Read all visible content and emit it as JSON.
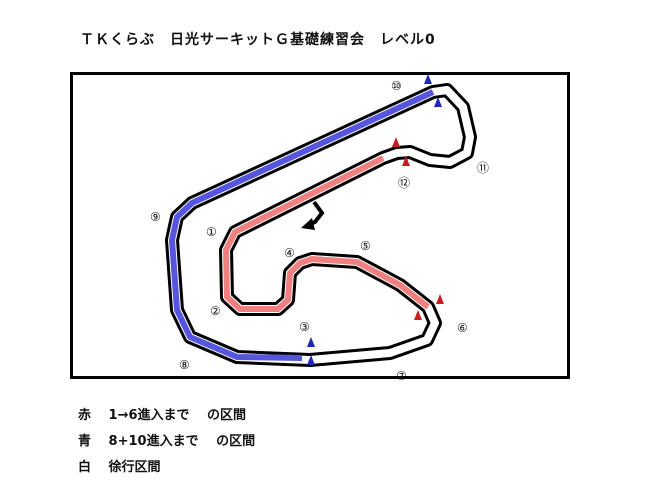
{
  "title": "ＴＫくらぶ　日光サーキットＧ基礎練習会　レベル0",
  "corners": [
    "①",
    "②",
    "③",
    "④",
    "⑤",
    "⑥",
    "⑦",
    "⑧",
    "⑨",
    "⑩",
    "⑪",
    "⑫"
  ],
  "legend": [
    {
      "color": "赤",
      "text": "1→6進入まで　 の区間"
    },
    {
      "color": "青",
      "text": "8+10進入まで　 の区間"
    },
    {
      "color": "白",
      "text": "徐行区間"
    }
  ],
  "colors": {
    "red": "#f08080",
    "blue": "#5555dd",
    "cone_red": "#c81e1e",
    "cone_blue": "#1e28b4"
  }
}
